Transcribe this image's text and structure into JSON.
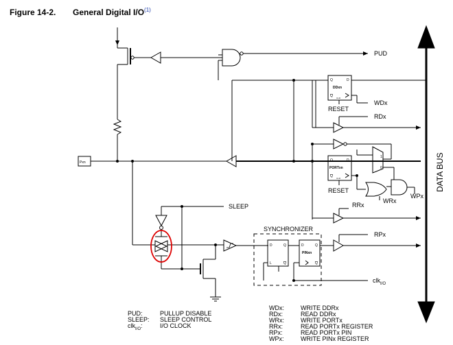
{
  "figure": {
    "number": "Figure 14-2.",
    "title": "General Digital I/O",
    "footnote_ref": "(1)"
  },
  "signals": {
    "pud": "PUD",
    "wdx": "WDx",
    "reset_1": "RESET",
    "rdx": "RDx",
    "reset_2": "RESET",
    "wrx": "WRx",
    "wpx": "WPx",
    "rrx": "RRx",
    "rpx": "RPx",
    "sleep": "SLEEP",
    "clk_main": "clk",
    "clk_sub": "I/O",
    "pxn": "Pxn"
  },
  "blocks": {
    "ddr_q": "Q",
    "ddr_d": "D",
    "ddr_name": "DDxn",
    "ddr_qbar": "Q",
    "ddr_clr": "CLR",
    "port_q": "Q",
    "port_d": "D",
    "port_name": "PORTxn",
    "port_qbar": "Q",
    "port_clr": "CLR",
    "synchronizer": "SYNCHRONIZER",
    "sync_d1": "D",
    "sync_q1": "Q",
    "sync_l": "L",
    "sync_q1bar": "Q",
    "sync_d2": "D",
    "sync_q2": "Q",
    "pin_name": "PINxn",
    "sync_q2bar": "Q",
    "mux_1": "1",
    "mux_0": "0"
  },
  "data_bus_label": "DATA BUS",
  "legend_left": [
    {
      "abbr": "PUD:",
      "desc": "PULLUP DISABLE"
    },
    {
      "abbr": "SLEEP:",
      "desc": "SLEEP CONTROL"
    },
    {
      "abbr": "clk",
      "sub": "I/O",
      "suffix": ":",
      "desc": "I/O CLOCK"
    }
  ],
  "legend_right": [
    {
      "abbr": "WDx:",
      "desc": "WRITE DDRx"
    },
    {
      "abbr": "RDx:",
      "desc": "READ DDRx"
    },
    {
      "abbr": "WRx:",
      "desc": "WRITE PORTx"
    },
    {
      "abbr": "RRx:",
      "desc": "READ PORTx REGISTER"
    },
    {
      "abbr": "RPx:",
      "desc": "READ PORTx PIN"
    },
    {
      "abbr": "WPx:",
      "desc": "WRITE PINx REGISTER"
    }
  ],
  "colors": {
    "line": "#000000",
    "highlight": "#dd0000",
    "footnote": "#1a3aa8"
  }
}
